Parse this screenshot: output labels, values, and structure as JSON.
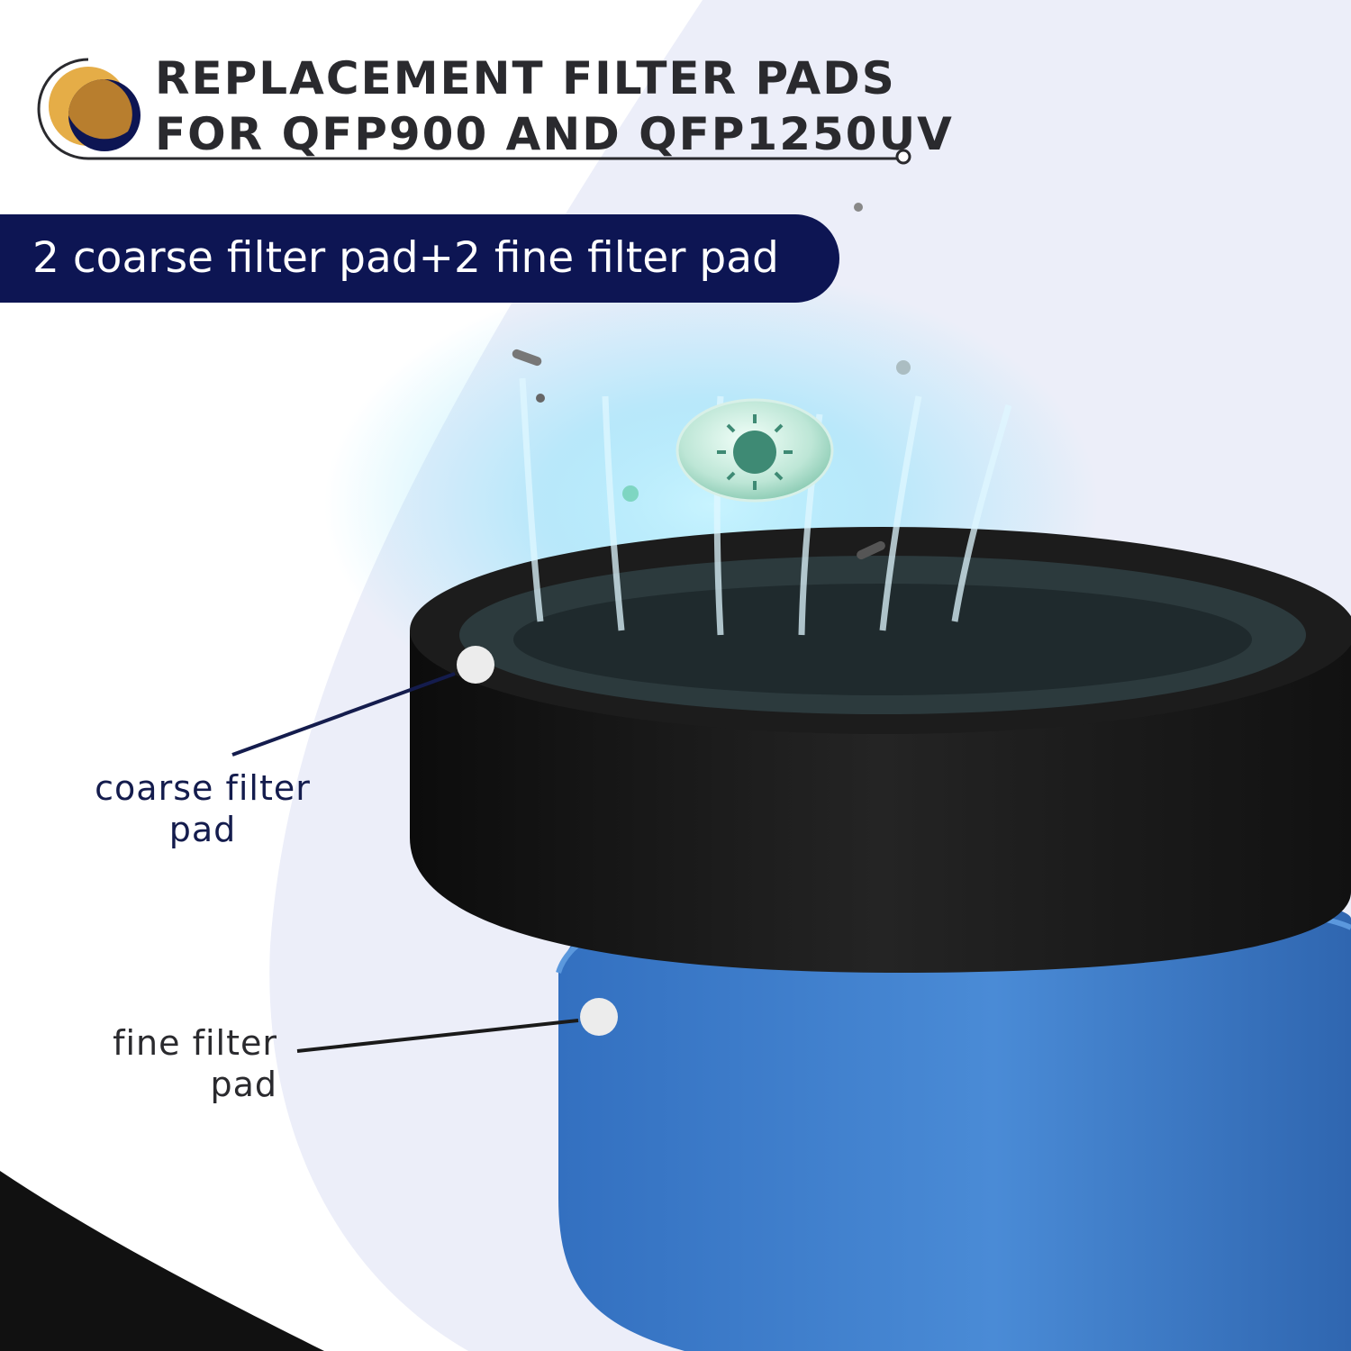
{
  "header": {
    "title_line1": "REPLACEMENT FILTER PADS",
    "title_line2": "FOR QFP900 AND QFP1250UV"
  },
  "banner": {
    "text": "2 coarse filter pad+2 fine filter pad"
  },
  "callouts": {
    "coarse_line1": "coarse filter",
    "coarse_line2": "pad",
    "fine_line1": "fine filter",
    "fine_line2": "pad"
  },
  "colors": {
    "navy": "#0d1553",
    "gold": "#e5ad47",
    "bronze": "#b87e2e",
    "coarse_pad": "#151515",
    "fine_pad": "#3a78c4",
    "backdrop": "#eceef9"
  },
  "icons": [
    "title-badge-icon",
    "virus-bubble-icon"
  ]
}
